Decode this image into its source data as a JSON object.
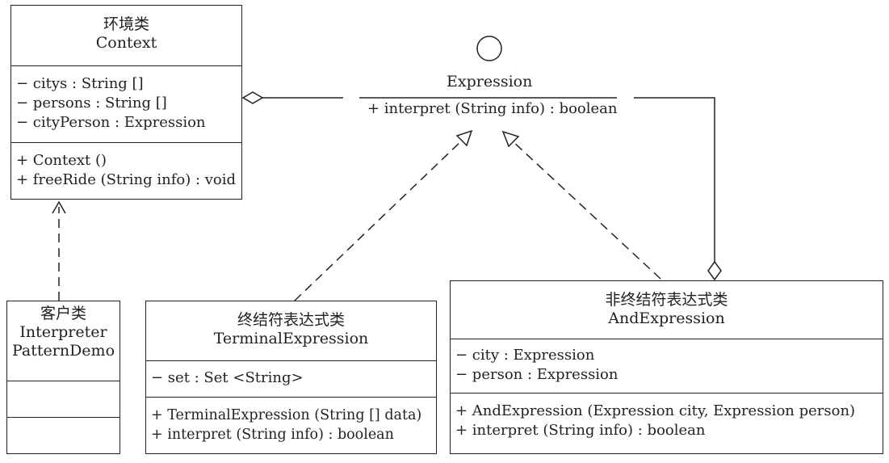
{
  "context": {
    "cn": "环境类",
    "name": "Context",
    "attrs": [
      "− citys : String []",
      "− persons : String []",
      "− cityPerson : Expression"
    ],
    "ops": [
      "+ Context ()",
      "+ freeRide (String info) : void"
    ]
  },
  "expression": {
    "name": "Expression",
    "ops": [
      "+ interpret (String info) : boolean"
    ]
  },
  "client": {
    "cn": "客户类",
    "name1": "Interpreter",
    "name2": "PatternDemo"
  },
  "terminal": {
    "cn": "终结符表达式类",
    "name": "TerminalExpression",
    "attrs": [
      "− set : Set <String>"
    ],
    "ops": [
      "+ TerminalExpression (String [] data)",
      "+ interpret (String info) : boolean"
    ]
  },
  "andexp": {
    "cn": "非终结符表达式类",
    "name": "AndExpression",
    "attrs": [
      "− city : Expression",
      "− person : Expression"
    ],
    "ops": [
      "+ AndExpression (Expression city, Expression person)",
      "+ interpret (String info) : boolean"
    ]
  }
}
